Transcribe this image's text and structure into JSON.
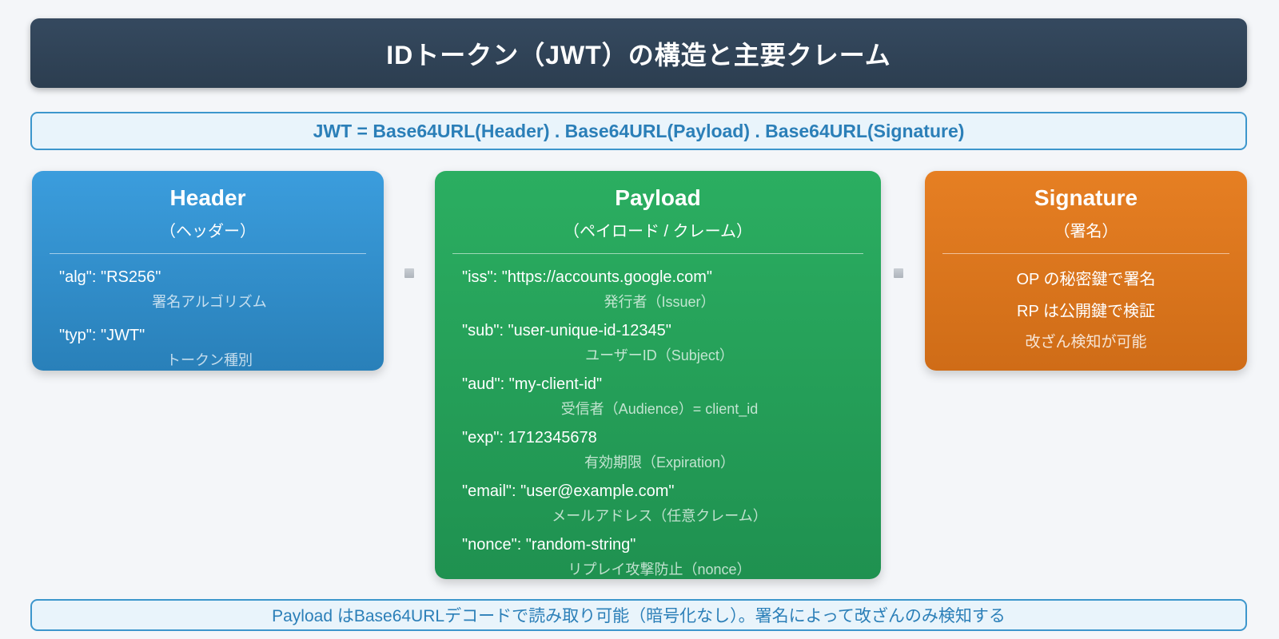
{
  "title_bar": {
    "text": "IDトークン（JWT）の構造と主要クレーム"
  },
  "formula_bar": {
    "text": "JWT = Base64URL(Header) . Base64URL(Payload) . Base64URL(Signature)"
  },
  "cards": [
    {
      "id": "header",
      "title": "Header",
      "subtitle": "（ヘッダー）",
      "color_top": "#3b9ddd",
      "color_bottom": "#2980b9",
      "claims": [
        {
          "key": "\"alg\": \"RS256\"",
          "desc": "署名アルゴリズム"
        },
        {
          "key": "\"typ\": \"JWT\"",
          "desc": "トークン種別"
        }
      ]
    },
    {
      "id": "payload",
      "title": "Payload",
      "subtitle": "（ペイロード / クレーム）",
      "color_top": "#2bae61",
      "color_bottom": "#1f9150",
      "claims": [
        {
          "key": "\"iss\": \"https://accounts.google.com\"",
          "desc": "発行者（Issuer）"
        },
        {
          "key": "\"sub\": \"user-unique-id-12345\"",
          "desc": "ユーザーID（Subject）"
        },
        {
          "key": "\"aud\": \"my-client-id\"",
          "desc": "受信者（Audience）= client_id"
        },
        {
          "key": "\"exp\": 1712345678",
          "desc": "有効期限（Expiration）"
        },
        {
          "key": "\"email\": \"user@example.com\"",
          "desc": "メールアドレス（任意クレーム）"
        },
        {
          "key": "\"nonce\": \"random-string\"",
          "desc": "リプレイ攻撃防止（nonce）"
        }
      ]
    },
    {
      "id": "signature",
      "title": "Signature",
      "subtitle": "（署名）",
      "color_top": "#e67f23",
      "color_bottom": "#cf6c17",
      "lines": [
        "OP の秘密鍵で署名",
        "RP は公開鍵で検証"
      ],
      "note": "改ざん検知が可能"
    }
  ],
  "footer_bar": {
    "text": "Payload はBase64URLデコードで読み取り可能（暗号化なし）。署名によって改ざんのみ検知する"
  },
  "colors": {
    "page_background": "#f4f6f9",
    "title_bar_background": "#2c3e50",
    "info_bar_background": "#e9f4fb",
    "info_bar_border": "#3c96cc",
    "info_bar_text": "#2b7fb8",
    "separator_dot": "#b9bfc6"
  }
}
